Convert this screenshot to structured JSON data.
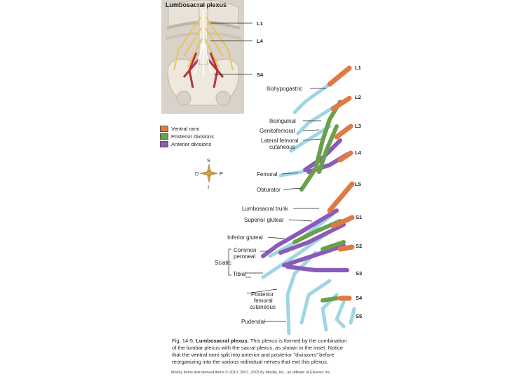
{
  "inset": {
    "title": "Lumbosacral plexus",
    "labels": [
      "L1",
      "L4",
      "S4"
    ]
  },
  "legend": {
    "items": [
      {
        "label": "Ventral rami",
        "color": "#e07a45"
      },
      {
        "label": "Posterior divisions",
        "color": "#6aa04a"
      },
      {
        "label": "Anterior divisions",
        "color": "#8a5bb8"
      }
    ]
  },
  "compass": {
    "s": "S",
    "i": "I",
    "d": "D",
    "p": "P"
  },
  "segments": [
    "L1",
    "L2",
    "L3",
    "L4",
    "L5",
    "S1",
    "S2",
    "S3",
    "S4",
    "S5"
  ],
  "nerves": {
    "iliohypogastric": "Iliohypogastric",
    "ilioinguinal": "Ilioinguinal",
    "genitofemoral": "Genitofemoral",
    "lat_fem_1": "Lateral femoral",
    "lat_fem_2": "cutaneous",
    "femoral": "Femoral",
    "obturator": "Obturator",
    "lumbosacral_trunk": "Lumbosacral trunk",
    "superior_gluteal": "Superior gluteal",
    "inferior_gluteal": "Inferior gluteal",
    "common_peroneal_1": "Common",
    "common_peroneal_2": "peroneal",
    "sciatic": "Sciatic",
    "tibial": "Tibial",
    "post_fem_1": "Posterior",
    "post_fem_2": "femoral",
    "post_fem_3": "cutaneous",
    "pudendal": "Pudendal"
  },
  "caption": {
    "fig": "Fig. 14-5.",
    "title": "Lumbosacral plexus.",
    "line1": "This plexus is formed by the combination",
    "line2": "of the lumbar plexus with the sacral plexus, as shown in the inset. Notice",
    "line3": "that the ventral rami split into anterior and posterior \"divisions\" before",
    "line4": "reorganizing into the various individual nerves that exit this plexus."
  },
  "credit": "Mosby items and derived items © 2010, 2007, 2003 by Mosby, Inc., an affiliate of Elsevier Inc."
}
